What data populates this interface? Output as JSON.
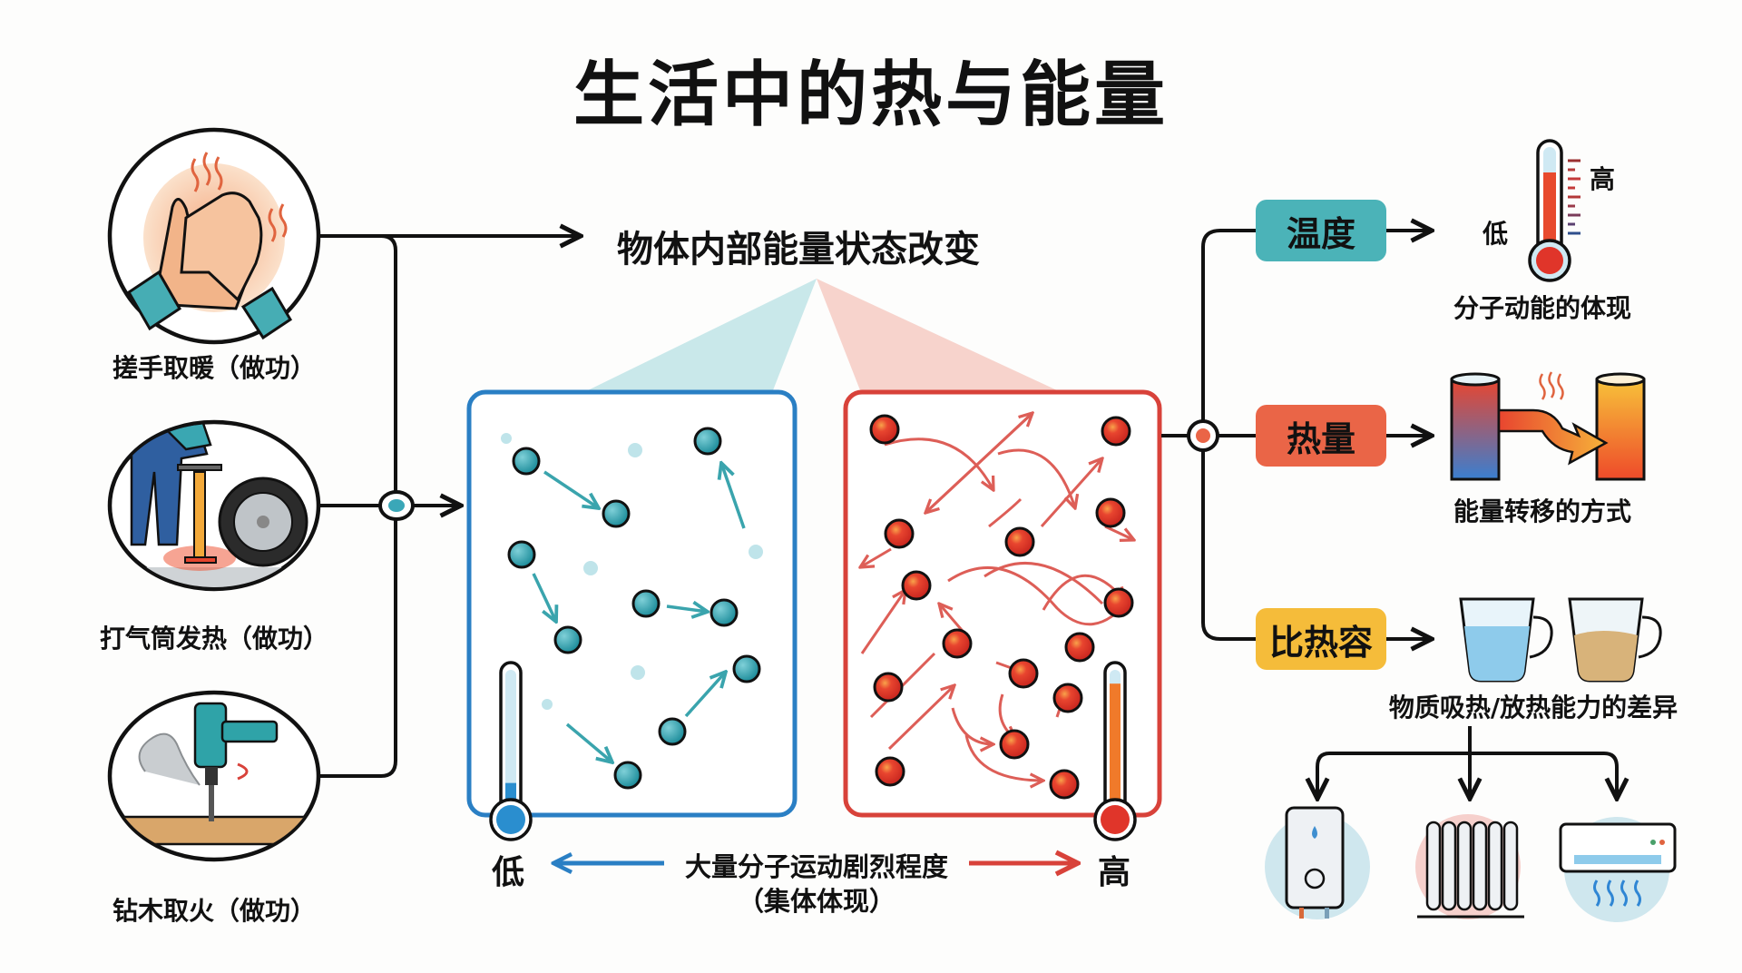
{
  "title": "生活中的热与能量",
  "central_label": "物体内部能量状态改变",
  "examples": [
    {
      "label": "搓手取暖（做功）",
      "icon": "rubbing-hands-icon"
    },
    {
      "label": "打气筒发热（做功）",
      "icon": "tire-pump-icon"
    },
    {
      "label": "钻木取火（做功）",
      "icon": "drill-wood-icon"
    }
  ],
  "molecule_panels": {
    "cold": {
      "color": "#2a7fc4",
      "thermometer_level": 0.18
    },
    "hot": {
      "color": "#d8423a",
      "thermometer_level": 0.9
    }
  },
  "scale": {
    "low": "低",
    "high": "高",
    "caption_line1": "大量分子运动剧烈程度",
    "caption_line2": "（集体体现）"
  },
  "concepts": [
    {
      "badge": "温度",
      "color": "#4bb3b8",
      "caption": "分子动能的体现",
      "thermo_low": "低",
      "thermo_high": "高"
    },
    {
      "badge": "热量",
      "color": "#ea6547",
      "caption": "能量转移的方式"
    },
    {
      "badge": "比热容",
      "color": "#f5bc3a",
      "caption": "物质吸热/放热能力的差异"
    }
  ],
  "applications": [
    {
      "icon": "water-heater-icon"
    },
    {
      "icon": "radiator-icon"
    },
    {
      "icon": "air-conditioner-icon"
    }
  ]
}
